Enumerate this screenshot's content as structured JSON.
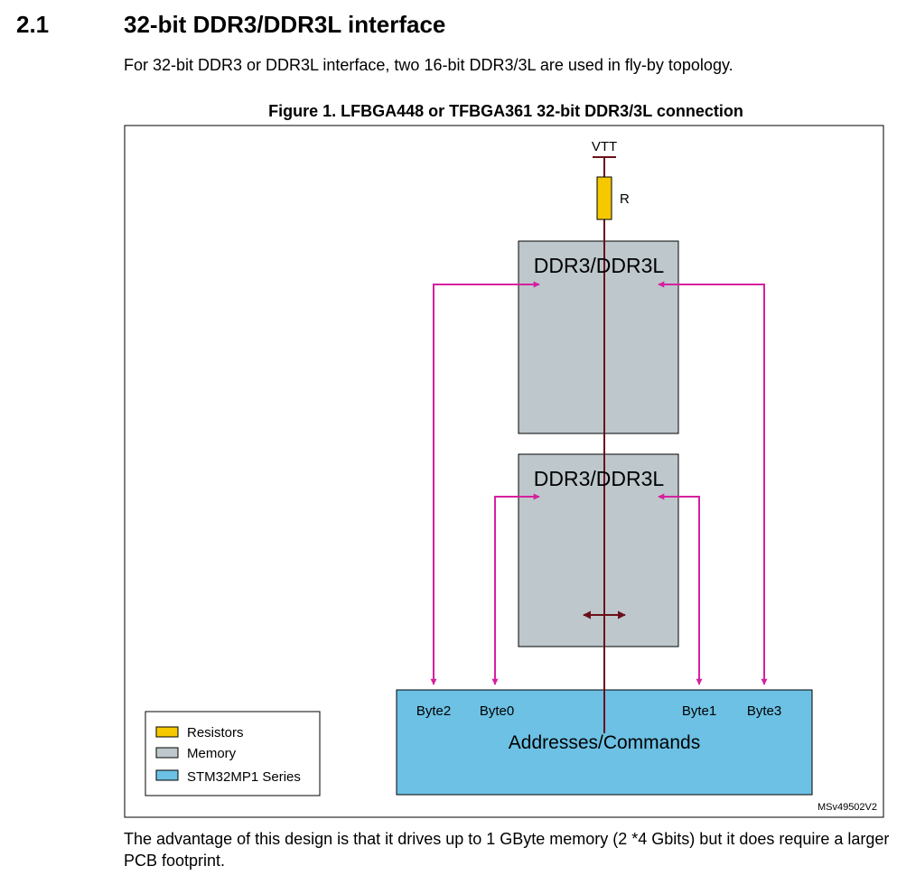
{
  "section": {
    "number": "2.1",
    "title": "32-bit DDR3/DDR3L interface",
    "intro": "For 32-bit DDR3 or DDR3L interface, two 16-bit DDR3/3L are used in fly-by topology."
  },
  "figure": {
    "caption": "Figure 1. LFBGA448 or TFBGA361 32-bit DDR3/3L connection",
    "vtt_label": "VTT",
    "resistor_label": "R",
    "memory_top_label": "DDR3/DDR3L",
    "memory_bottom_label": "DDR3/DDR3L",
    "mcu_label": "Addresses/Commands",
    "bytes": [
      "Byte2",
      "Byte0",
      "Byte1",
      "Byte3"
    ],
    "legend": [
      {
        "label": "Resistors",
        "color": "#F5C800"
      },
      {
        "label": "Memory",
        "color": "#BDC7CC"
      },
      {
        "label": "STM32MP1 Series",
        "color": "#6CC1E4"
      }
    ],
    "ref_code": "MSv49502V2",
    "colors": {
      "signal": "#D6209E",
      "address_bus": "#6B0F1A",
      "mcu_fill": "#6CC1E4",
      "memory_fill": "#BDC7CC",
      "resistor_fill": "#F5C800"
    }
  },
  "conclusion": "The advantage of this design is that it drives up to 1 GByte memory (2 *4 Gbits) but it does require a larger PCB footprint."
}
